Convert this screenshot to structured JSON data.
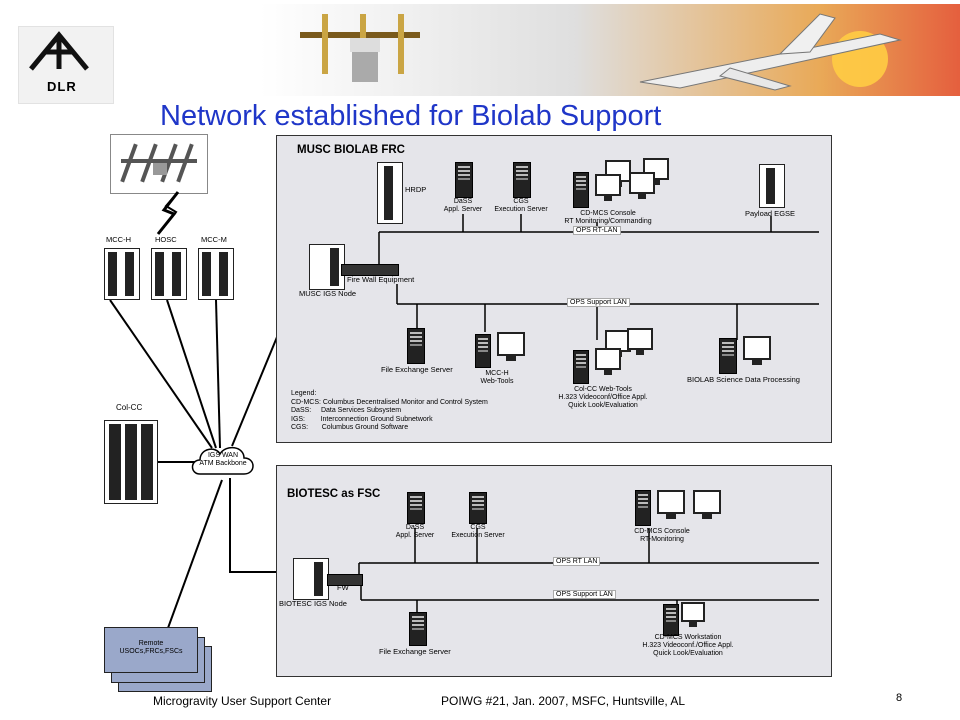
{
  "slide": {
    "title": "Network established for Biolab Support",
    "logo_text": "DLR",
    "footer": {
      "left": "Microgravity User Support Center",
      "center": "POIWG #21, Jan. 2007, MSFC, Huntsville, AL",
      "page": "8"
    }
  },
  "left_nodes": {
    "mcc_h": "MCC-H",
    "hosc": "HOSC",
    "mcc_m": "MCC-M",
    "col_cc": "Col-CC",
    "wan": [
      "IGS WAN",
      "ATM Backbone"
    ],
    "remote": [
      "Remote",
      "USOCs,FRCs,FSCs"
    ]
  },
  "musc": {
    "title": "MUSC BIOLAB FRC",
    "hrdp": "HRDP",
    "dass": [
      "DaSS",
      "Appl. Server"
    ],
    "cgs": [
      "CGS",
      "Execution Server"
    ],
    "cdmcs": [
      "CD-MCS Console",
      "RT Monitoring/Commanding"
    ],
    "payload_egse": "Payload EGSE",
    "ops_rt_lan": "OPS RT-LAN",
    "firewall": "Fire Wall Equipment",
    "igs_node": "MUSC IGS Node",
    "ops_support_lan": "OPS Support LAN",
    "file_exchange": "File Exchange Server",
    "mcch_web": [
      "MCC-H",
      "Web-Tools"
    ],
    "colcc_web": [
      "Col-CC Web-Tools",
      "H.323 Videoconf/Office Appl.",
      "Quick Look/Evaluation"
    ],
    "biolab_sdp": "BIOLAB Science Data Processing",
    "legend": [
      "Legend:",
      "CD-MCS: Columbus Decentralised Monitor and Control System",
      "DaSS:     Data Services Subsystem",
      "IGS:        Interconnection Ground Subnetwork",
      "CGS:       Columbus Ground Software"
    ]
  },
  "biotesc": {
    "title": "BIOTESC as FSC",
    "dass": [
      "DaSS",
      "Appl. Server"
    ],
    "cgs": [
      "CGS",
      "Execution Server"
    ],
    "cdmcs": [
      "CD-MCS Console",
      "RT-Monitoring"
    ],
    "ops_rt_lan": "OPS RT LAN",
    "fw": "FW",
    "igs_node": "BIOTESC IGS Node",
    "ops_support_lan": "OPS Support LAN",
    "file_exchange": "File Exchange Server",
    "workstation": [
      "CD-MCS Workstation",
      "H.323 Videoconf./Office Appl.",
      "Quick Look/Evaluation"
    ]
  },
  "colors": {
    "title": "#1f36c8",
    "panel": "#e5e5ea",
    "remote_card": "#9aa8ca"
  },
  "icons": [
    "dlr-logo-icon",
    "space-station-icon",
    "airplane-icon",
    "lightning-icon",
    "server-tower-icon",
    "monitor-icon",
    "rack-icon",
    "cloud-icon",
    "firewall-icon"
  ]
}
